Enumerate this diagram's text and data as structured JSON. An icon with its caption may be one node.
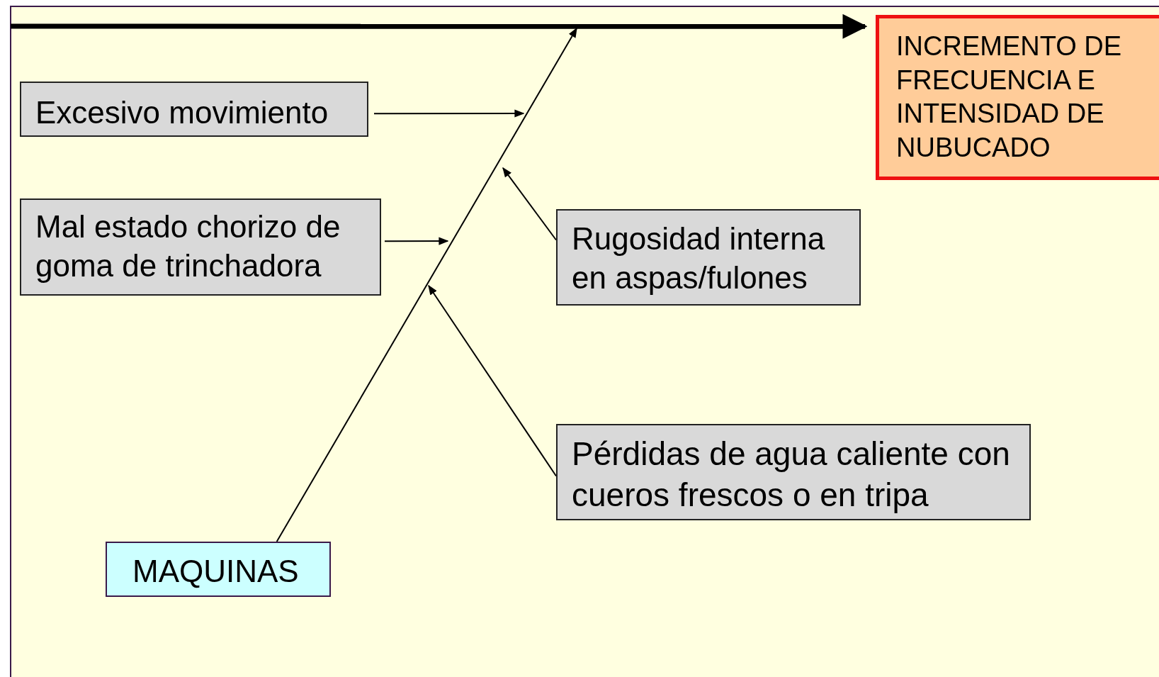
{
  "diagram": {
    "nodes": [
      {
        "text": [
          "Excesivo movimiento"
        ]
      },
      {
        "text": [
          "INCREMENTO DE FRECUENCIA E INTENSIDAD DE NUBUCADO"
        ]
      },
      {
        "text": [
          "Mal estado chorizo de goma de trinchadora"
        ]
      },
      {
        "text": [
          "Rugosidad interna en aspas/fulones"
        ]
      },
      {
        "text": [
          "Pérdidas de agua caliente con cueros frescos o en tripa"
        ]
      },
      {
        "text": [
          "MAQUINAS"
        ]
      }
    ],
    "edges": [
      {
        "from": null,
        "to": 1,
        "arrow": "to",
        "style": "thick"
      },
      {
        "from": 5,
        "to": null,
        "arrow": "to"
      },
      {
        "from": 0,
        "to": null,
        "arrow": "to"
      },
      {
        "from": 2,
        "to": null,
        "arrow": "to"
      },
      {
        "from": 3,
        "to": null,
        "arrow": "to"
      },
      {
        "from": 4,
        "to": null,
        "arrow": "to"
      }
    ]
  }
}
